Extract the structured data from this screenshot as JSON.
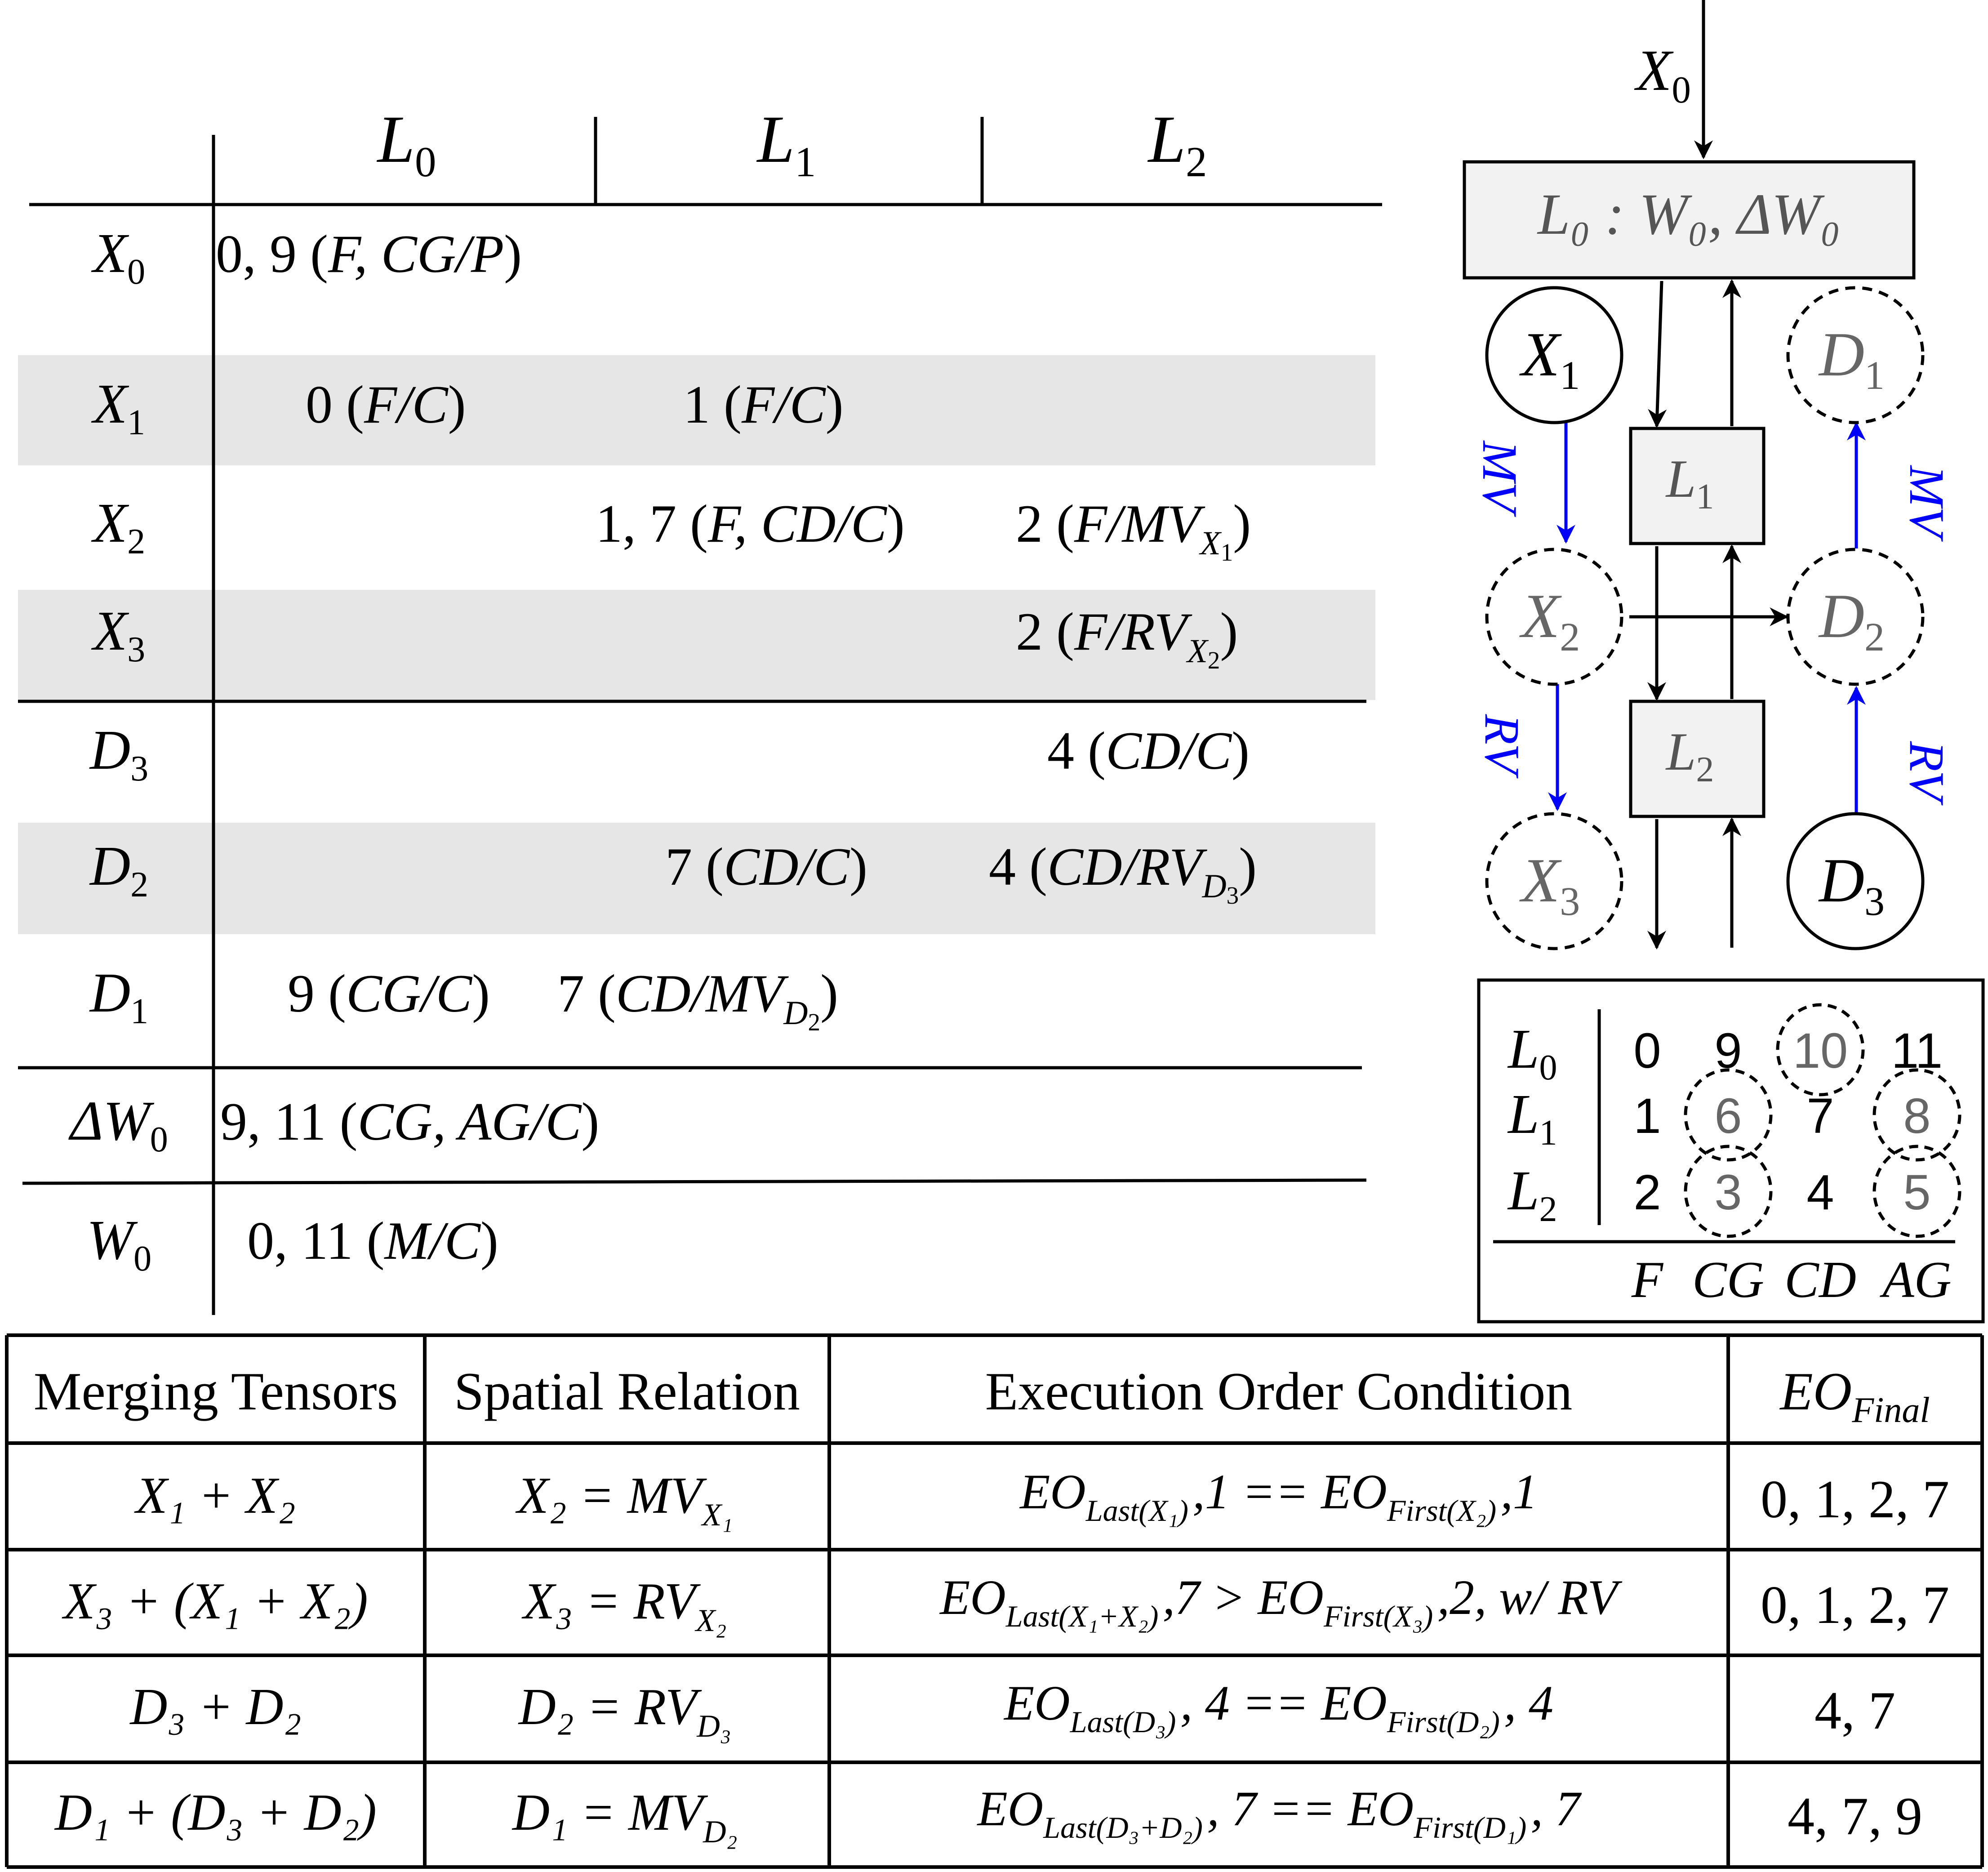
{
  "lifetime_table": {
    "columns": [
      {
        "base": "L",
        "sub": "0"
      },
      {
        "base": "L",
        "sub": "1"
      },
      {
        "base": "L",
        "sub": "2"
      }
    ],
    "rows": [
      {
        "name": "X",
        "sub": "0",
        "shaded": false,
        "cells": [
          {
            "col": 0,
            "nums": "0, 9",
            "tag": "F, CG/P",
            "tagsub": ""
          }
        ]
      },
      {
        "name": "X",
        "sub": "1",
        "shaded": true,
        "cells": [
          {
            "col": 0,
            "nums": "0",
            "tag": "F/C",
            "tagsub": ""
          },
          {
            "col": 1,
            "nums": "1",
            "tag": "F/C",
            "tagsub": ""
          }
        ]
      },
      {
        "name": "X",
        "sub": "2",
        "shaded": false,
        "cells": [
          {
            "col": 1,
            "nums": "1, 7",
            "tag": "F, CD/C",
            "tagsub": ""
          },
          {
            "col": 2,
            "nums": "2",
            "tag": "F/MV",
            "tagsub": "X1"
          }
        ]
      },
      {
        "name": "X",
        "sub": "3",
        "shaded": true,
        "cells": [
          {
            "col": 2,
            "nums": "2",
            "tag": "F/RV",
            "tagsub": "X2"
          }
        ]
      },
      {
        "name": "D",
        "sub": "3",
        "shaded": false,
        "cells": [
          {
            "col": 2,
            "nums": "4",
            "tag": "CD/C",
            "tagsub": ""
          }
        ]
      },
      {
        "name": "D",
        "sub": "2",
        "shaded": true,
        "cells": [
          {
            "col": 1,
            "nums": "7",
            "tag": "CD/C",
            "tagsub": ""
          },
          {
            "col": 2,
            "nums": "4",
            "tag": "CD/RV",
            "tagsub": "D3"
          }
        ]
      },
      {
        "name": "D",
        "sub": "1",
        "shaded": false,
        "cells": [
          {
            "col": 0,
            "nums": "9",
            "tag": "CG/C",
            "tagsub": ""
          },
          {
            "col": 1,
            "nums": "7",
            "tag": "CD/MV",
            "tagsub": "D2"
          }
        ]
      },
      {
        "name": "ΔW",
        "sub": "0",
        "shaded": false,
        "cells": [
          {
            "col": 0,
            "nums": "9, 11",
            "tag": "CG, AG/C",
            "tagsub": ""
          }
        ]
      },
      {
        "name": "W",
        "sub": "0",
        "shaded": false,
        "cells": [
          {
            "col": 0,
            "nums": "0, 11",
            "tag": "M/C",
            "tagsub": ""
          }
        ]
      }
    ]
  },
  "graph": {
    "input_label": "X",
    "input_sub": "0",
    "layer0_label": "L₀ : W₀, ΔW₀",
    "layer1_label": "L",
    "layer1_sub": "1",
    "layer2_label": "L",
    "layer2_sub": "2",
    "nodes": [
      {
        "id": "x1",
        "base": "X",
        "sub": "1",
        "dashed": false
      },
      {
        "id": "x2",
        "base": "X",
        "sub": "2",
        "dashed": true
      },
      {
        "id": "x3",
        "base": "X",
        "sub": "3",
        "dashed": true
      },
      {
        "id": "d1",
        "base": "D",
        "sub": "1",
        "dashed": true
      },
      {
        "id": "d2",
        "base": "D",
        "sub": "2",
        "dashed": true
      },
      {
        "id": "d3",
        "base": "D",
        "sub": "3",
        "dashed": false
      }
    ],
    "edge_labels": {
      "mv_left": "MV",
      "mv_right": "MV",
      "rv_left": "RV",
      "rv_right": "RV"
    },
    "edge_color": "#0000ff"
  },
  "order_grid": {
    "row_labels": [
      {
        "base": "L",
        "sub": "0"
      },
      {
        "base": "L",
        "sub": "1"
      },
      {
        "base": "L",
        "sub": "2"
      }
    ],
    "col_labels": [
      "F",
      "CG",
      "CD",
      "AG"
    ],
    "cells": [
      [
        {
          "v": "0",
          "c": false
        },
        {
          "v": "9",
          "c": false
        },
        {
          "v": "10",
          "c": true
        },
        {
          "v": "11",
          "c": false
        }
      ],
      [
        {
          "v": "1",
          "c": false
        },
        {
          "v": "6",
          "c": true
        },
        {
          "v": "7",
          "c": false
        },
        {
          "v": "8",
          "c": true
        }
      ],
      [
        {
          "v": "2",
          "c": false
        },
        {
          "v": "3",
          "c": true
        },
        {
          "v": "4",
          "c": false
        },
        {
          "v": "5",
          "c": true
        }
      ]
    ]
  },
  "merge_table": {
    "headers": [
      "Merging Tensors",
      "Spatial Relation",
      "Execution Order Condition",
      "EO_Final"
    ],
    "rows": [
      {
        "tensors": "X₁ + X₂",
        "relation": "X₂ = MV_X₁",
        "condition": "EO_Last(X₁),1 == EO_First(X₂),1",
        "final": "0, 1, 2, 7"
      },
      {
        "tensors": "X₃ + (X₁ + X₂)",
        "relation": "X₃ = RV_X₂",
        "condition": "EO_Last(X₁+X₂),7 > EO_First(X₃),2, w/ RV",
        "final": "0, 1, 2, 7"
      },
      {
        "tensors": "D₃ + D₂",
        "relation": "D₂ = RV_D₃",
        "condition": "EO_Last(D₃), 4 == EO_First(D₂), 4",
        "final": "4, 7"
      },
      {
        "tensors": "D₁ + (D₃ + D₂)",
        "relation": "D₁ = MV_D₂",
        "condition": "EO_Last(D₃+D₂), 7 == EO_First(D₁), 7",
        "final": "4, 7, 9"
      }
    ]
  }
}
